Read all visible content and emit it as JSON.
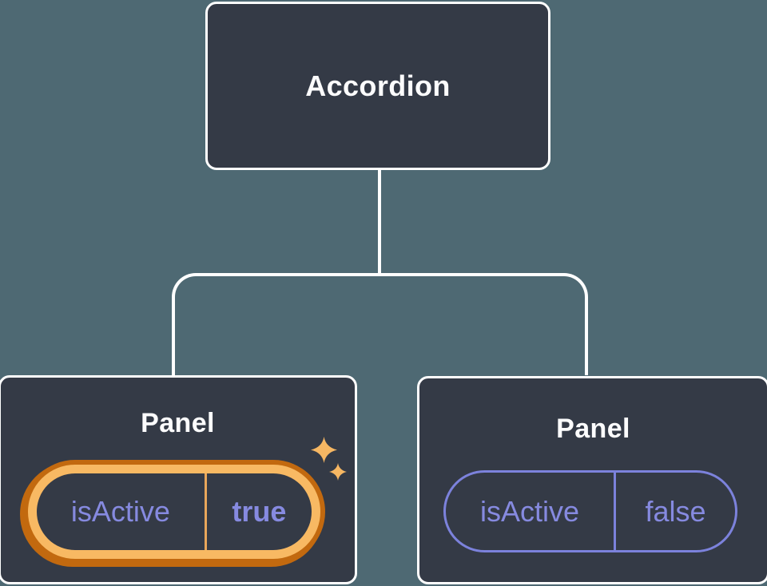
{
  "diagram": {
    "root_node": {
      "label": "Accordion"
    },
    "panels": [
      {
        "label": "Panel",
        "prop_name": "isActive",
        "prop_value": "true",
        "state": "active-highlighted"
      },
      {
        "label": "Panel",
        "prop_name": "isActive",
        "prop_value": "false",
        "state": "inactive"
      }
    ],
    "icons": [
      "sparkle-icon",
      "sparkle-icon"
    ],
    "colors": {
      "background": "#4E6973",
      "node_fill": "#343A46",
      "node_border": "#FFFFFF",
      "connector_line": "#FFFFFF",
      "title_text": "#FCFCFD",
      "prop_text": "#868AE0",
      "pill_border_inactive": "#7C82DC",
      "highlight_ring_outer": "#C2690F",
      "highlight_ring_inner": "#F8B963",
      "highlight_divider": "#E9A75B",
      "sparkle": "#F6B763"
    }
  }
}
